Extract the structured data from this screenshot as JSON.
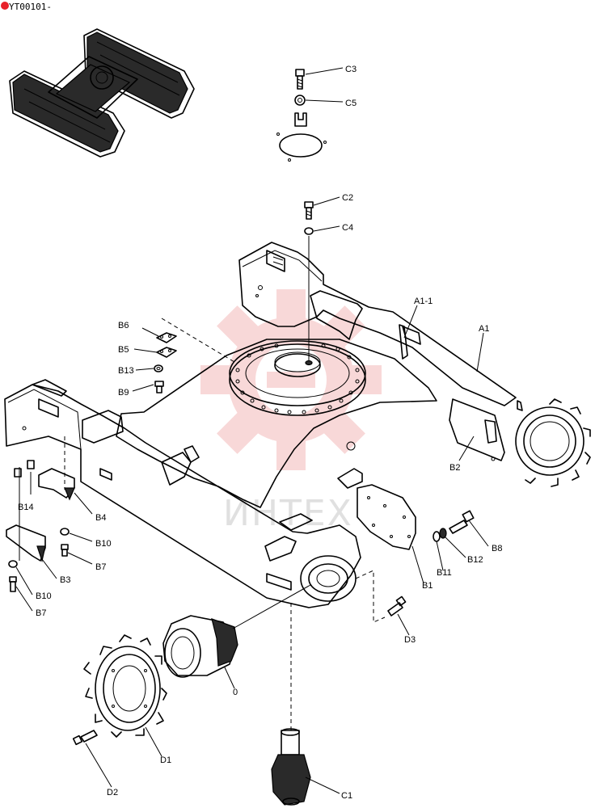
{
  "header": {
    "code": "YT00101-"
  },
  "watermark": {
    "text": "ИНТЕХ"
  },
  "labels": {
    "C3": "C3",
    "C5": "C5",
    "C2": "C2",
    "C4": "C4",
    "A1_1": "A1-1",
    "A1": "A1",
    "B6": "B6",
    "B5": "B5",
    "B13": "B13",
    "B9": "B9",
    "B2": "B2",
    "B14": "B14",
    "B4": "B4",
    "B10a": "B10",
    "B7a": "B7",
    "B3": "B3",
    "B10b": "B10",
    "B7b": "B7",
    "B8": "B8",
    "B12": "B12",
    "B11": "B11",
    "B1": "B1",
    "D3": "D3",
    "O": "0",
    "D1": "D1",
    "D2": "D2",
    "C1": "C1"
  },
  "colors": {
    "line": "#000000",
    "watermark_red": "#f4b9b9",
    "watermark_grey": "#e0e0e0",
    "header_badge": "#e8212a"
  }
}
